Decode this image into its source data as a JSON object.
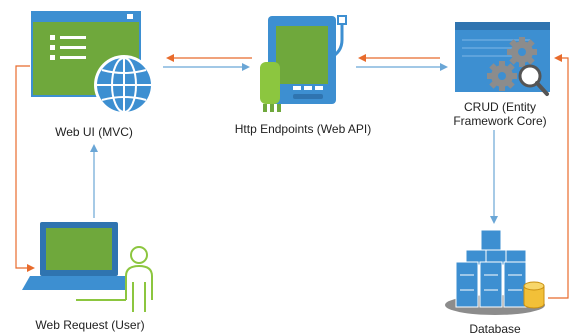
{
  "nodes": {
    "web_ui": {
      "label": "Web UI (MVC)"
    },
    "http_endpoints": {
      "label": "Http Endpoints (Web API)"
    },
    "crud": {
      "label_line1": "CRUD (Entity",
      "label_line2": "Framework Core)"
    },
    "web_request": {
      "label": "Web Request (User)"
    },
    "database": {
      "label": "Database"
    }
  },
  "colors": {
    "panel_blue": "#3d8fd1",
    "panel_dark": "#2f74b0",
    "screen_green": "#6fa83c",
    "light_green": "#8cc63f",
    "arrow_orange": "#e86b2c",
    "arrow_blue": "#6aa6d6",
    "gear_gray": "#8c8c8c"
  },
  "icons": {
    "web_ui": "browser-window-globe-icon",
    "http_endpoints": "usb-device-icon",
    "crud": "window-gears-magnifier-icon",
    "web_request": "laptop-user-icon",
    "database": "server-rack-database-icon"
  }
}
